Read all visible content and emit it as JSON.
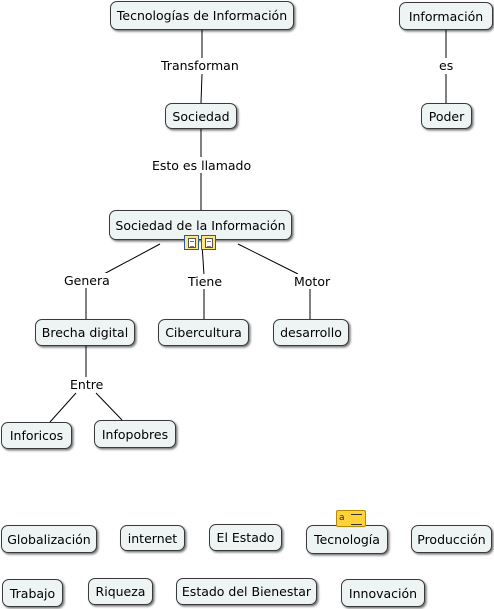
{
  "concepts": {
    "tecnologias": "Tecnologías de Información",
    "informacion": "Información",
    "sociedad": "Sociedad",
    "poder": "Poder",
    "sociedad_info": "Sociedad de la Información",
    "brecha": "Brecha digital",
    "cibercultura": "Cibercultura",
    "desarrollo": "desarrollo",
    "inforicos": "Inforicos",
    "infopobres": "Infopobres",
    "globalizacion": "Globalización",
    "internet": "internet",
    "el_estado": "El Estado",
    "tecnologia": "Tecnología",
    "produccion": "Producción",
    "trabajo": "Trabajo",
    "riqueza": "Riqueza",
    "estado_bienestar": "Estado del Bienestar",
    "innovacion": "Innovación"
  },
  "links": {
    "transforman": "Transforman",
    "es": "es",
    "esto_es_llamado": "Esto es llamado",
    "genera": "Genera",
    "tiene": "Tiene",
    "motor": "Motor",
    "entre": "Entre"
  },
  "icons": {
    "resource_1": "document-icon",
    "resource_2": "document-icon",
    "note": "note-icon",
    "note_glyph": "a"
  }
}
